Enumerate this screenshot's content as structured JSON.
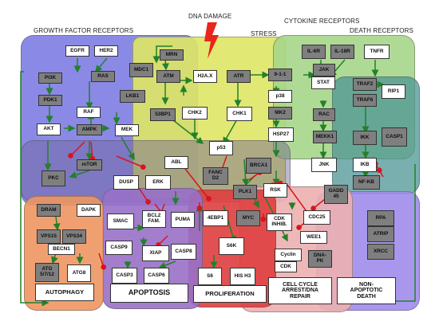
{
  "headers": {
    "dna_damage": "DNA DAMAGE",
    "stress": "STRESS",
    "growth_factor_receptors": "GROWTH FACTOR RECEPTORS",
    "cytokine_receptors": "CYTOKINE RECEPTORS",
    "death_receptors": "DEATH RECEPTORS"
  },
  "outcomes": {
    "autophagy": "AUTOPHAGY",
    "apoptosis": "APOPTOSIS",
    "proliferation": "PROLIFERATION",
    "cell_cycle_arrest": "CELL CYCLE\nARREST/DNA\nREPAIR",
    "non_apoptotic_death": "NON-\nAPOPTOTIC\nDEATH"
  },
  "nodes": {
    "egfr": "EGFR",
    "her2": "HER2",
    "pi3k": "PI3K",
    "ras": "RAS",
    "pdk1": "PDK1",
    "raf": "RAF",
    "akt": "AKT",
    "ampk": "AMPK",
    "mek": "MEK",
    "mtor": "mTOR",
    "pkc": "PKC",
    "dram": "DRAM",
    "dapk": "DAPK",
    "vps15": "VPS15",
    "vps34": "VPS34",
    "becn1": "BECN1",
    "atg57": "ATG\n5/7/12",
    "atg8": "ATG8",
    "mrn": "MRN",
    "mdc1": "MDC1",
    "atm": "ATM",
    "h2ax": "H2A.X",
    "lkb1": "LKB1",
    "bp53": "53BP1",
    "chk2": "CHK2",
    "p53": "p53",
    "abl": "ABL",
    "fancd2": "FANC\nD2",
    "dusp": "DUSP",
    "erk": "ERK",
    "smac": "SMAC",
    "bcl2": "BCL2\nFAM.",
    "puma": "PUMA",
    "ebp1": "4EBP1",
    "casp9": "CASP9",
    "xiap": "XIAP",
    "casp8": "CASP8",
    "casp3": "CASP3",
    "casp6": "CASP6",
    "atr": "ATR",
    "n911": "9-1-1",
    "chk1": "CHK1",
    "p38": "p38",
    "mk2": "MK2",
    "hsp27": "HSP27",
    "brca1": "BRCA1",
    "plk1": "PLK1",
    "rsk": "RSK",
    "myc": "MYC",
    "s6k": "S6K",
    "s6": "S6",
    "hish3": "HIS H3",
    "il6r": "IL-6R",
    "il18r": "IL-18R",
    "tnfr": "TNFR",
    "jak": "JAK",
    "stat": "STAT",
    "rac": "RAC",
    "mekk1": "MEKK1",
    "jnk": "JNK",
    "gadd45": "GADD\n45",
    "cdc25": "CDC25",
    "cdkinh": "CDK\nINHIB.",
    "wee1": "WEE1",
    "cyclin": "Cyclin",
    "cdk": "CDK",
    "dnapk": "DNA-\nPK",
    "traf2": "TRAF2",
    "traf6": "TRAF6",
    "rip1": "RIP1",
    "ikk": "IKK",
    "casp1": "CASP1",
    "ikb": "IKB",
    "nfkb": "NF-KB",
    "rpa": "RPA",
    "atrip": "ATRIP",
    "xrcc": "XRCC"
  }
}
